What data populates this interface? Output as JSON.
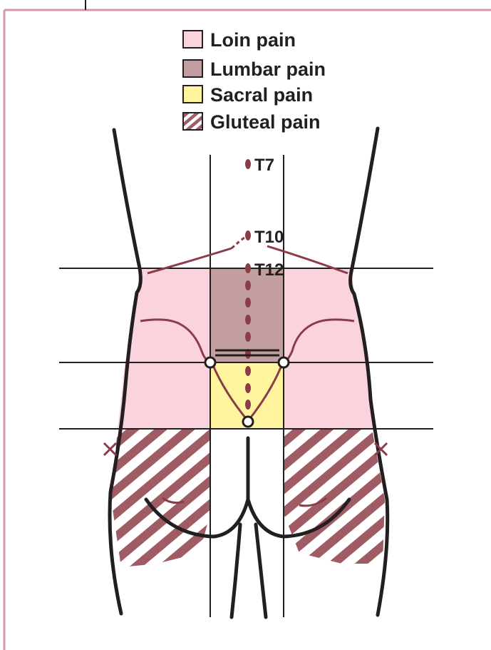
{
  "colors": {
    "frame": "#d19aa6",
    "loin": "#fbd3dc",
    "lumbar": "#c39ea1",
    "sacral": "#fff59f",
    "gluteal": "#a05c64",
    "nerve": "#8a3d48",
    "outline": "#231f20"
  },
  "legend": {
    "items": [
      {
        "label": "Loin pain",
        "swatch": "loin"
      },
      {
        "label": "Lumbar pain",
        "swatch": "lumbar"
      },
      {
        "label": "Sacral pain",
        "swatch": "sacral"
      },
      {
        "label": "Gluteal pain",
        "swatch": "gluteal-hatch"
      }
    ]
  },
  "levels": {
    "t7": "T7",
    "t10": "T10",
    "t12": "T12"
  },
  "icons": {
    "iliac_markers": "cross-icon",
    "landmarks": "circle-marker-icon"
  }
}
